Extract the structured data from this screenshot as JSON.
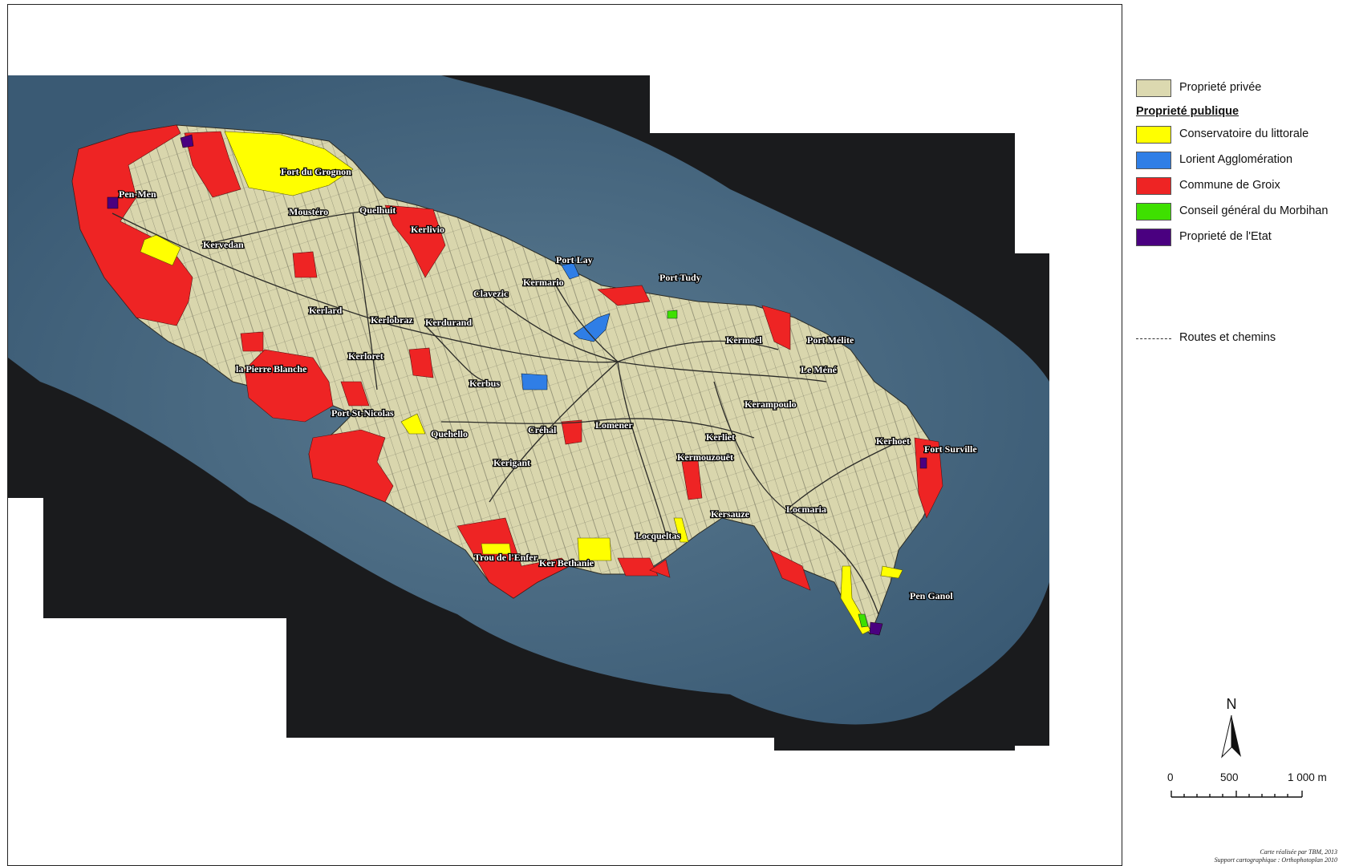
{
  "legend": {
    "private": {
      "label": "Proprieté privée",
      "color": "#dcd9b0"
    },
    "public_heading": "Proprieté publique",
    "items": [
      {
        "label": "Conservatoire du littorale",
        "color": "#ffff00"
      },
      {
        "label": "Lorient Agglomération",
        "color": "#2f7ee6"
      },
      {
        "label": "Commune de Groix",
        "color": "#ee2424"
      },
      {
        "label": "Conseil général du Morbihan",
        "color": "#3ee000"
      },
      {
        "label": "Proprieté de l'Etat",
        "color": "#4a0080"
      }
    ],
    "roads_label": "Routes et chemins"
  },
  "north_label": "N",
  "scale": {
    "labels": [
      "0",
      "500",
      "1 000 m"
    ]
  },
  "credits": [
    "Carte réalisée par TBM, 2013",
    "Support cartographique : Orthophotoplan 2010"
  ],
  "places": {
    "fort_du_grognon": "Fort du Grognon",
    "pen_men": "Pen-Men",
    "moustero": "Moustéro",
    "quelhuit": "Quelhuit",
    "kerlivio": "Kerlivio",
    "kervedan": "Kervedan",
    "port_lay": "Port Lay",
    "kermario": "Kermario",
    "port_tudy": "Port Tudy",
    "clavezic": "Clavezic",
    "kerlard": "Kerlard",
    "kerlobraz": "Kerlobraz",
    "kerdurand": "Kerdurand",
    "kermoel": "Kermoël",
    "port_melite": "Port Mélite",
    "kerloret": "Kerloret",
    "la_pierre_blanche": "la Pierre Blanche",
    "le_mene": "Le Méné",
    "kerbus": "Kerbus",
    "port_st_nicolas": "Port St-Nicolas",
    "kerampoulo": "Kerampoulo",
    "quehello": "Quehello",
    "crehal": "Créhal",
    "lomener": "Lomener",
    "kerliet": "Kerliet",
    "kerhoet": "Kerhoet",
    "fort_surville": "Fort Surville",
    "kerigant": "Kerigant",
    "kermouzouet": "Kermouzouët",
    "kersauze": "Kersauze",
    "locmaria": "Locmaria",
    "locqueltas": "Locqueltas",
    "trou_de_l_enfer": "Trou de l'Enfer",
    "ker_bethanie": "Ker Bethanie",
    "pen_ganol": "Pen Ganol"
  }
}
